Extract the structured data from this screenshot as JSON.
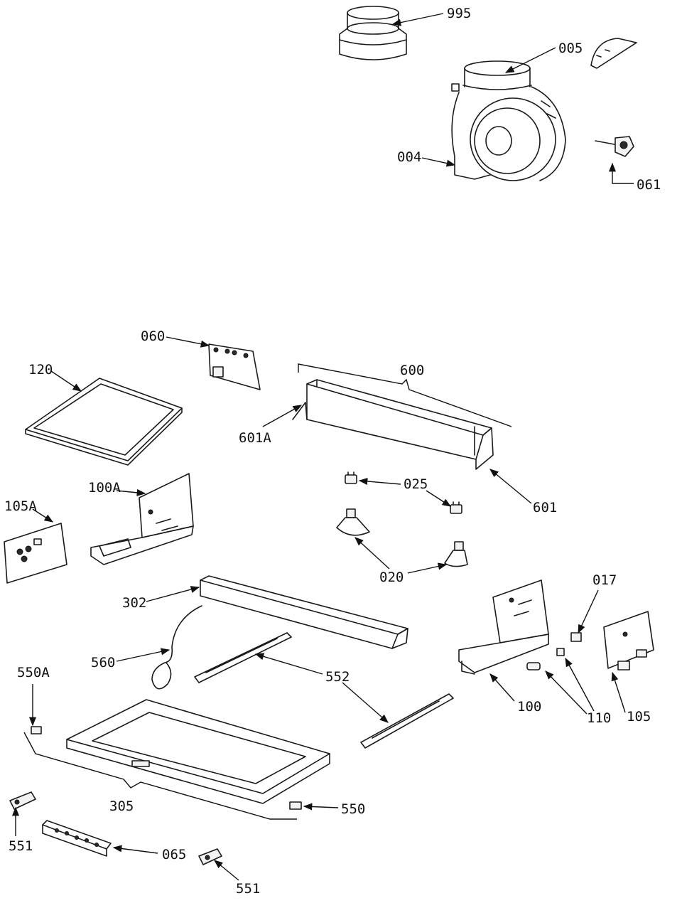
{
  "labels": {
    "l995": "995",
    "l005": "005",
    "l004": "004",
    "l061": "061",
    "l060": "060",
    "l600": "600",
    "l120": "120",
    "l601A": "601A",
    "l025": "025",
    "l601": "601",
    "l100A": "100A",
    "l105A": "105A",
    "l020": "020",
    "l017": "017",
    "l302": "302",
    "l560": "560",
    "l552": "552",
    "l550A": "550A",
    "l100": "100",
    "l110": "110",
    "l105": "105",
    "l305": "305",
    "l550": "550",
    "l551a": "551",
    "l065": "065",
    "l551b": "551"
  },
  "colors": {
    "line": "#1a1a1a",
    "fill": "#f2f2f2",
    "background": "#ffffff"
  }
}
